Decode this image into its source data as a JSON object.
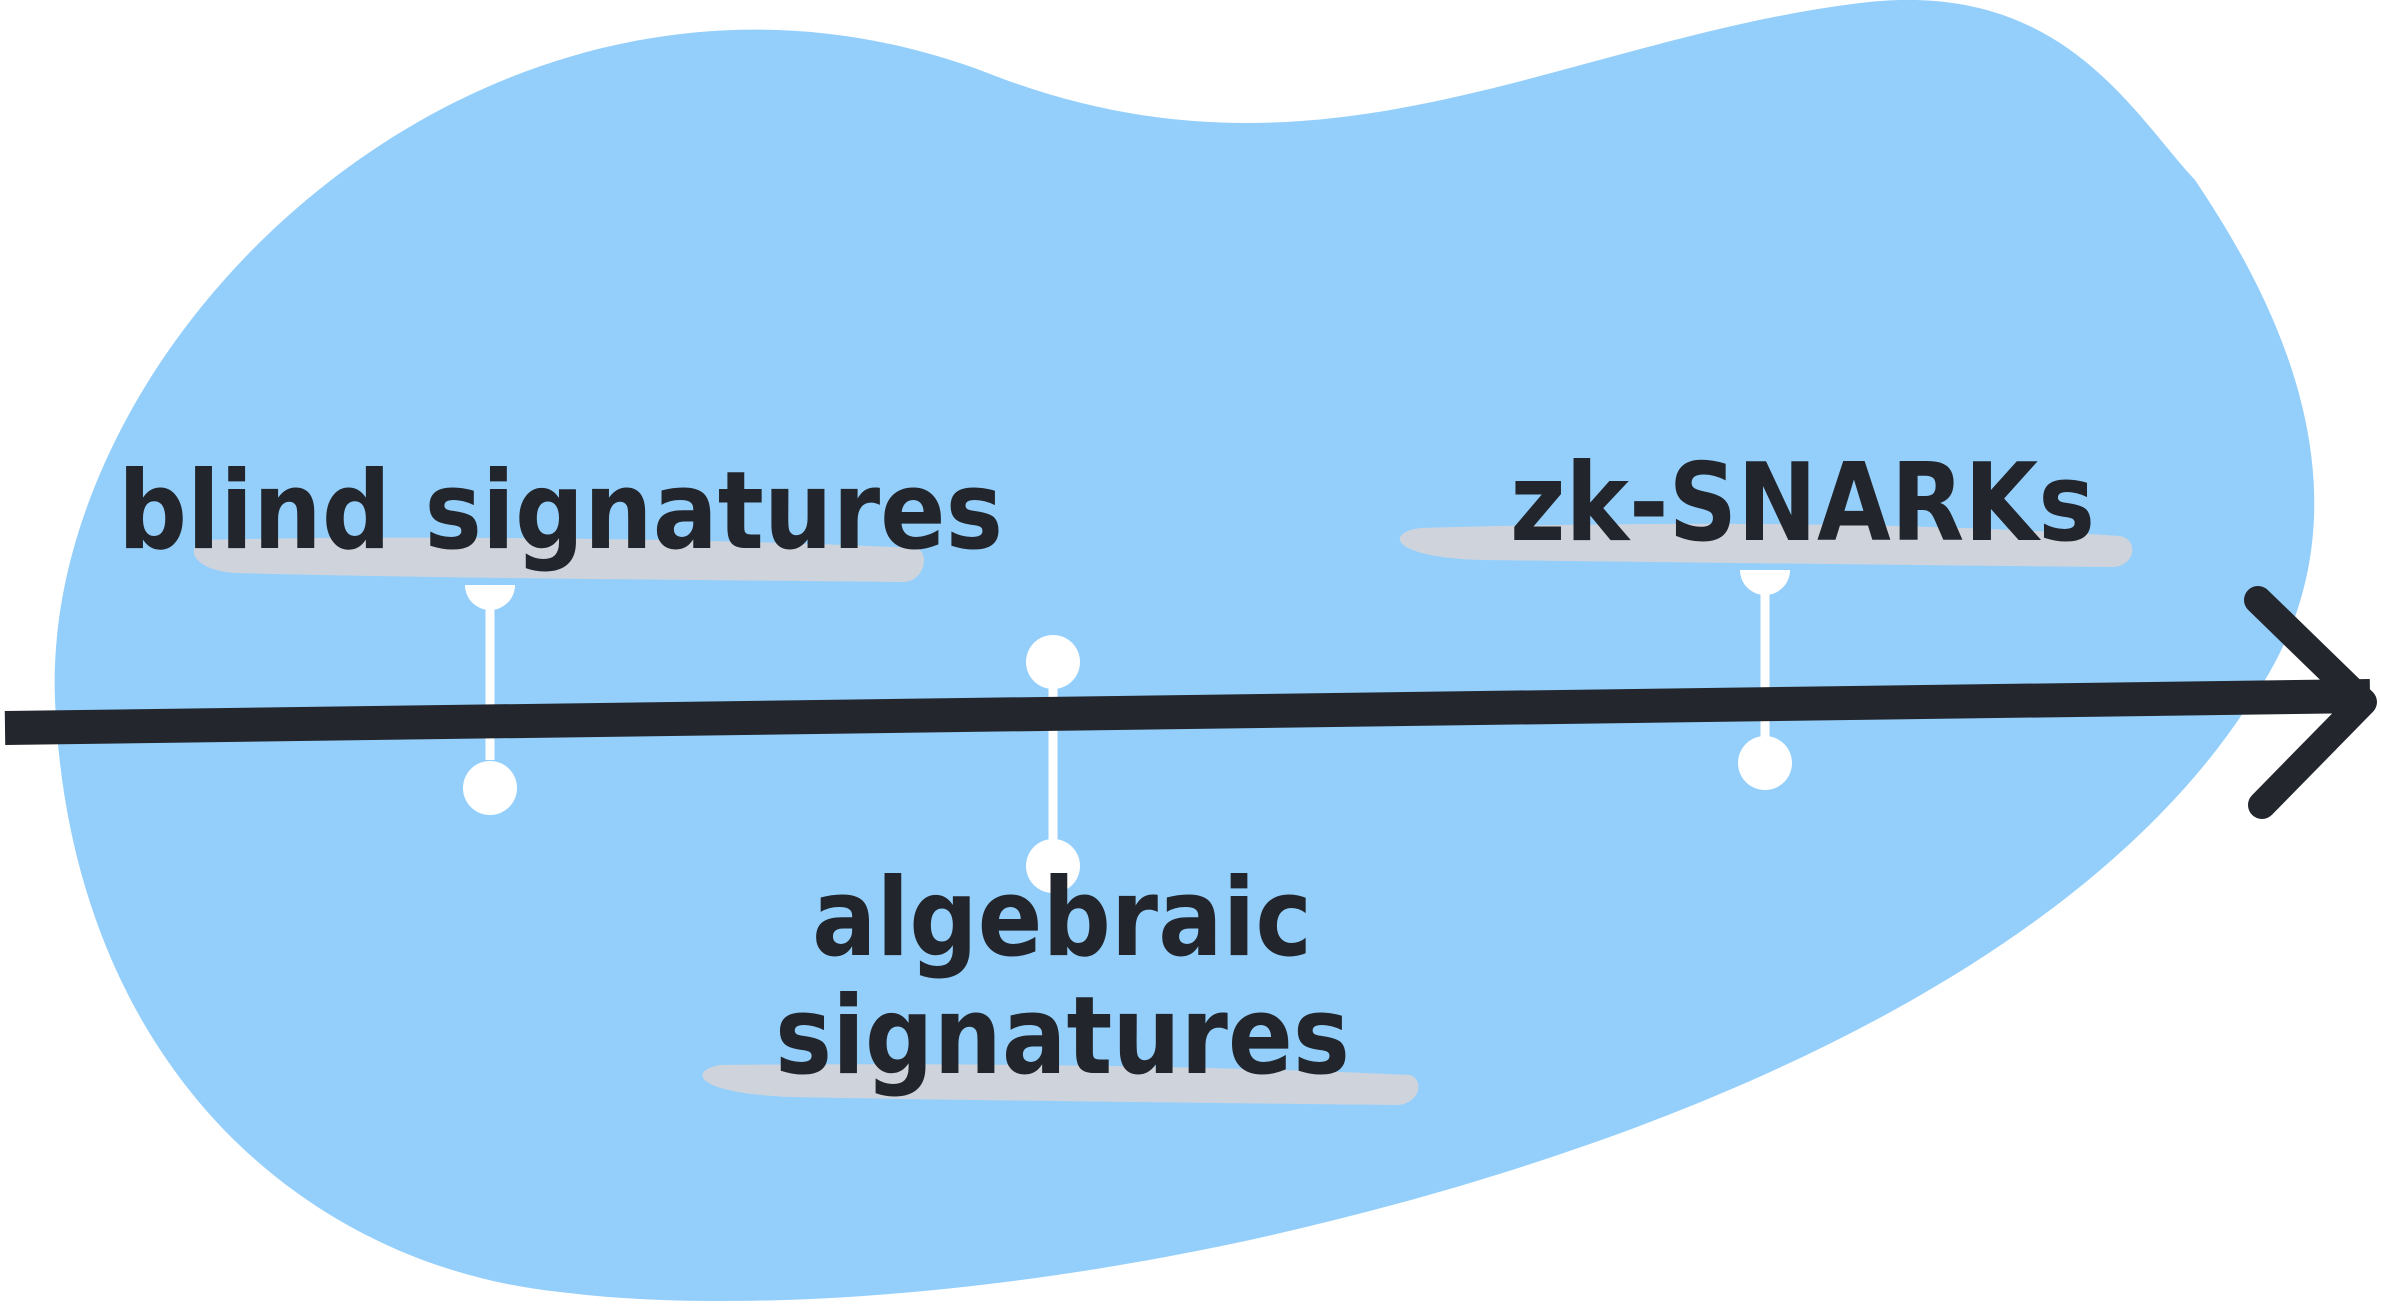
{
  "diagram": {
    "kind": "timeline",
    "direction": "left-to-right",
    "colors": {
      "background_blob": "#94cffb",
      "axis": "#23272d",
      "connector": "#ffffff",
      "highlight": "#cfd4dc",
      "text": "#22262c"
    },
    "milestones": [
      {
        "id": "blind-signatures",
        "lines": [
          "blind signatures"
        ],
        "side": "above"
      },
      {
        "id": "algebraic-signatures",
        "lines": [
          "algebraic",
          "signatures"
        ],
        "side": "below"
      },
      {
        "id": "zk-snarks",
        "lines": [
          "zk-SNARKs"
        ],
        "side": "above"
      }
    ]
  }
}
